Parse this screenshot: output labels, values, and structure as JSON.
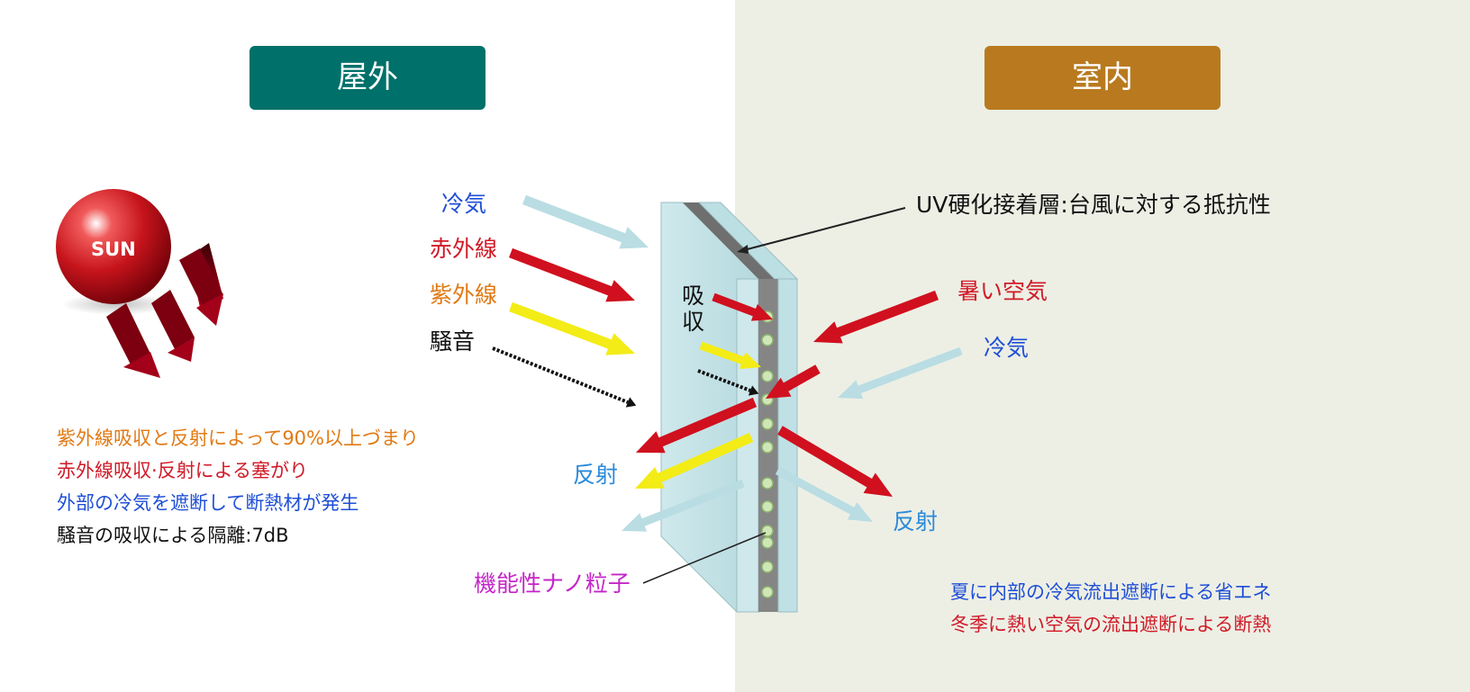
{
  "headers": {
    "outdoor": "屋外",
    "indoor": "室内"
  },
  "sun": {
    "label": "SUN"
  },
  "outside_labels": {
    "cold_air": "冷気",
    "infrared": "赤外線",
    "ultraviolet": "紫外線",
    "noise": "騒音"
  },
  "absorb_label": {
    "line1": "吸",
    "line2": "収"
  },
  "reflect_left": "反射",
  "reflect_right": "反射",
  "nano_label": "機能性ナノ粒子",
  "uv_label": "UV硬化接着層:台風に対する抵抗性",
  "inside_labels": {
    "hot_air": "暑い空気",
    "cold_air": "冷気"
  },
  "left_notes": [
    "紫外線吸収と反射によって90%以上づまり",
    "赤外線吸収·反射による塞がり",
    "外部の冷気を遮断して断熱材が発生",
    "騒音の吸収による隔離:7dB"
  ],
  "right_notes": [
    "夏に内部の冷気流出遮断による省エネ",
    "冬季に熱い空気の流出遮断による断熱"
  ],
  "colors": {
    "outdoor_tag": "#00706a",
    "indoor_tag": "#b97a1f",
    "cold_arrow": "#b9dde3",
    "infrared_arrow": "#d0101e",
    "uv_arrow": "#f3ec17",
    "glass": "#c2e2e6",
    "interlayer": "#848484"
  }
}
